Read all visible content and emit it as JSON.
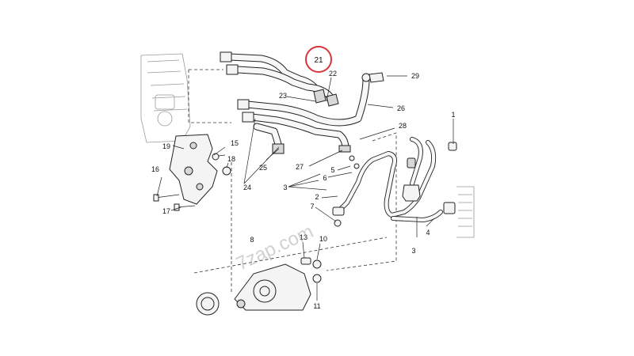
{
  "highlight": {
    "label": "21",
    "ring_color": "#d9343a"
  },
  "callouts": {
    "c1": "1",
    "c2": "2",
    "c3a": "3",
    "c3b": "3",
    "c4": "4",
    "c5": "5",
    "c6": "6",
    "c7": "7",
    "c8": "8",
    "c10": "10",
    "c11": "11",
    "c13": "13",
    "c15": "15",
    "c16": "16",
    "c17": "17",
    "c18": "18",
    "c19": "19",
    "c22": "22",
    "c23": "23",
    "c24": "24",
    "c25": "25",
    "c26": "26",
    "c27": "27",
    "c28": "28",
    "c29": "29"
  },
  "watermark": {
    "text": "7zap.com"
  }
}
